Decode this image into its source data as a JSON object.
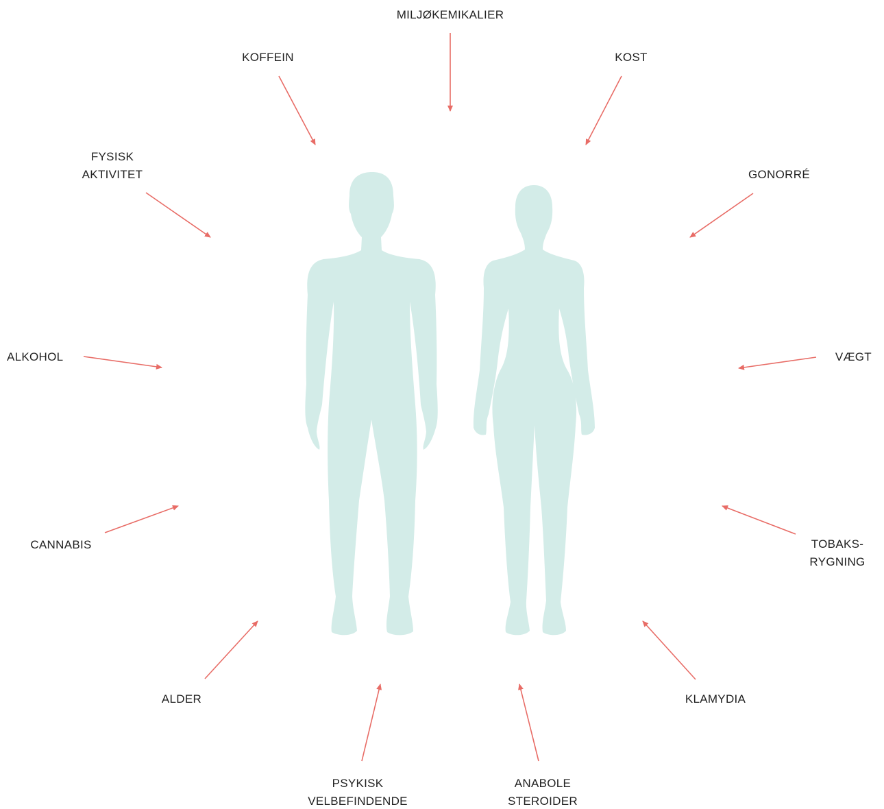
{
  "colors": {
    "arrow": "#e86c66",
    "silhouette": "#d3ece8",
    "text": "#222222",
    "background": "#ffffff"
  },
  "figures": {
    "male": "male-silhouette",
    "female": "female-silhouette"
  },
  "factors": [
    {
      "id": "miljoekemikalier",
      "lines": [
        "MILJØKEMIKALIER"
      ]
    },
    {
      "id": "koffein",
      "lines": [
        "KOFFEIN"
      ]
    },
    {
      "id": "kost",
      "lines": [
        "KOST"
      ]
    },
    {
      "id": "fysisk-aktivitet",
      "lines": [
        "FYSISK",
        "AKTIVITET"
      ]
    },
    {
      "id": "gonorre",
      "lines": [
        "GONORRÉ"
      ]
    },
    {
      "id": "alkohol",
      "lines": [
        "ALKOHOL"
      ]
    },
    {
      "id": "vaegt",
      "lines": [
        "VÆGT"
      ]
    },
    {
      "id": "cannabis",
      "lines": [
        "CANNABIS"
      ]
    },
    {
      "id": "tobaksrygning",
      "lines": [
        "TOBAKS-",
        "RYGNING"
      ]
    },
    {
      "id": "alder",
      "lines": [
        "ALDER"
      ]
    },
    {
      "id": "klamydia",
      "lines": [
        "KLAMYDIA"
      ]
    },
    {
      "id": "psykisk-velbefindende",
      "lines": [
        "PSYKISK",
        "VELBEFINDENDE"
      ]
    },
    {
      "id": "anabole-steroider",
      "lines": [
        "ANABOLE",
        "STEROIDER"
      ]
    }
  ]
}
